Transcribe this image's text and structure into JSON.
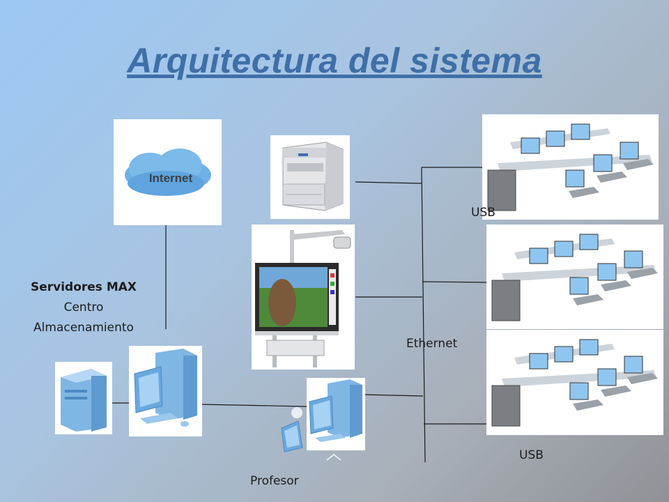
{
  "title": "Arquitectura del sistema",
  "internet_text": "Internet",
  "labels": {
    "server_bold": "Servidores MAX",
    "server_line2": "Centro",
    "server_line3": "Almacenamiento",
    "ethernet": "Ethernet",
    "usb_top": "USB",
    "usb_bottom": "USB",
    "teacher": "Profesor"
  },
  "colors": {
    "title": "#3e6fa8",
    "cloud": "#6fb0e6",
    "monitor_screen": "#6fb8ee",
    "pc_blue": "#7fb6e4"
  }
}
